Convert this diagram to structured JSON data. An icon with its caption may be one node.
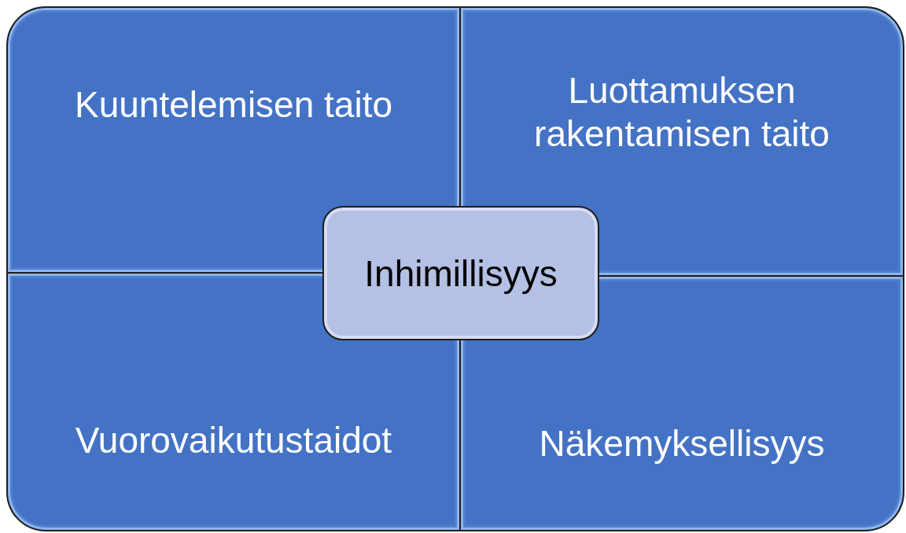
{
  "diagram": {
    "nodes": [
      {
        "text": [
          "Kuuntelemisen taito"
        ]
      },
      {
        "text": [
          "Luottamuksen rakentamisen taito"
        ]
      },
      {
        "text": [
          "Vuorovaikutustaidot"
        ]
      },
      {
        "text": [
          "Näkemyksellisyys"
        ]
      },
      {
        "text": [
          "Inhimillisyys"
        ]
      }
    ]
  }
}
